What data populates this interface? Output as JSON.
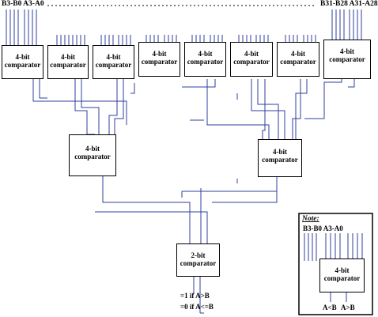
{
  "header": {
    "left_label": "B3-B0 A3-A0",
    "right_label": "B31-B28 A31-A28"
  },
  "comparators": {
    "row1_label": [
      "4-bit",
      "comparator"
    ],
    "row2_label": [
      "4-bit",
      "comparator"
    ],
    "final_label": [
      "2-bit",
      "comparator"
    ]
  },
  "output_notes": {
    "line1": "=1 if A>B",
    "line2": "=0 if A<=B"
  },
  "note": {
    "title": "Note:",
    "inputs": "B3-B0 A3-A0",
    "box_label": [
      "4-bit",
      "comparator"
    ],
    "out_left": "A<B",
    "out_right": "A>B"
  },
  "colors": {
    "wire": "#2f3f9f",
    "frame": "#000000"
  }
}
